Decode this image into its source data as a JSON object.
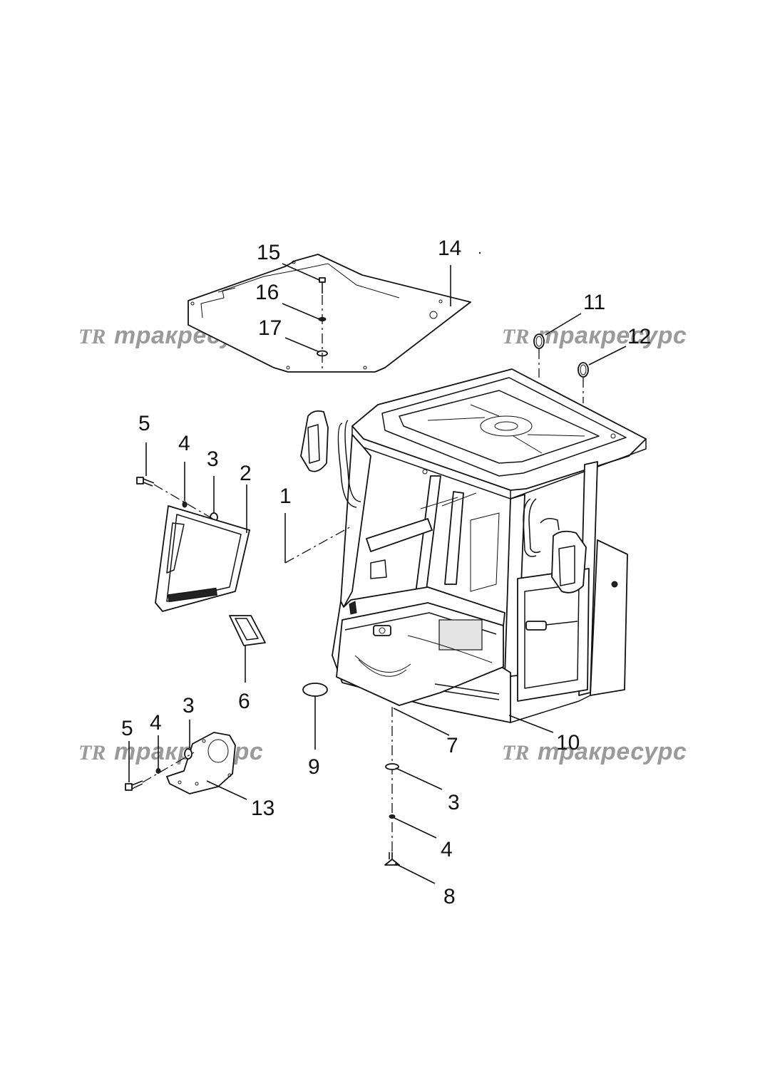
{
  "diagram": {
    "callouts": {
      "c15": "15",
      "c14": "14",
      "c16": "16",
      "c17": "17",
      "c11": "11",
      "c12": "12",
      "c5a": "5",
      "c4a": "4",
      "c3a": "3",
      "c2": "2",
      "c1": "1",
      "c6": "6",
      "c9": "9",
      "c7": "7",
      "c10": "10",
      "c3b": "3",
      "c4b": "4",
      "c5b": "5",
      "c13": "13",
      "c3c": "3",
      "c4c": "4",
      "c8": "8"
    },
    "watermark": {
      "logo": "TR",
      "text": "тракресурс"
    },
    "parts": [
      "cab-assembly",
      "side-window-frame",
      "washer",
      "lock-washer",
      "bolt",
      "wiper-bar",
      "mounting-point",
      "bolt-bottom",
      "plug-cap",
      "cab-body",
      "beacon-seal-11",
      "beacon-seal-12",
      "bracket",
      "roof-plate",
      "roof-screw",
      "roof-nut",
      "roof-washer"
    ]
  }
}
